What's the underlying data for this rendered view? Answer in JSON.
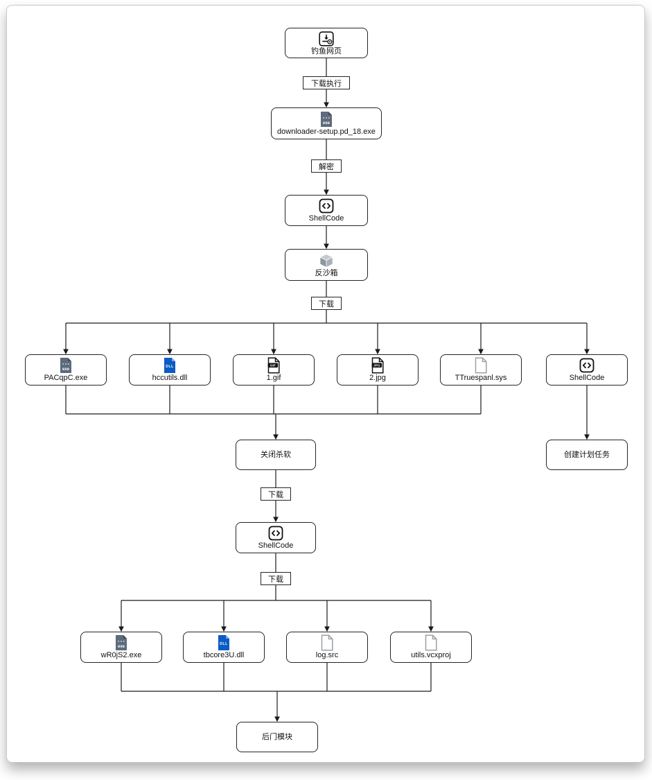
{
  "nodes": {
    "phishing": {
      "label": "钓鱼网页"
    },
    "downloader": {
      "label": "downloader-setup.pd_18.exe"
    },
    "shellcode1": {
      "label": "ShellCode"
    },
    "antisandbox": {
      "label": "反沙箱"
    },
    "pacqpc": {
      "label": "PACqpC.exe"
    },
    "hccutils": {
      "label": "hccutils.dll"
    },
    "gif1": {
      "label": "1.gif"
    },
    "jpg2": {
      "label": "2.jpg"
    },
    "ttruespanl": {
      "label": "TTruespanl.sys"
    },
    "shellcode_right": {
      "label": "ShellCode"
    },
    "close_av": {
      "label": "关闭杀软"
    },
    "sched_task": {
      "label": "创建计划任务"
    },
    "shellcode2": {
      "label": "ShellCode"
    },
    "wr0js2": {
      "label": "wR0jS2.exe"
    },
    "tbcore3u": {
      "label": "tbcore3U.dll"
    },
    "logsrc": {
      "label": "log.src"
    },
    "utils_vcxproj": {
      "label": "utils.vcxproj"
    },
    "backdoor": {
      "label": "后门模块"
    }
  },
  "edge_labels": {
    "download_exec": "下载执行",
    "decrypt": "解密",
    "download": "下载"
  },
  "icon_badges": {
    "exe": "exe",
    "dll": "DLL",
    "gif": "GIF",
    "jpg": "JPG"
  },
  "colors": {
    "exe_file": "#5d6b7c",
    "exe_fold": "#3f4a57",
    "dll_file": "#0b5cc4",
    "dll_fold": "#7fa8e8",
    "badge": "#111111",
    "doc_outline": "#9aa0a6",
    "connector": "#1a1a1a"
  }
}
